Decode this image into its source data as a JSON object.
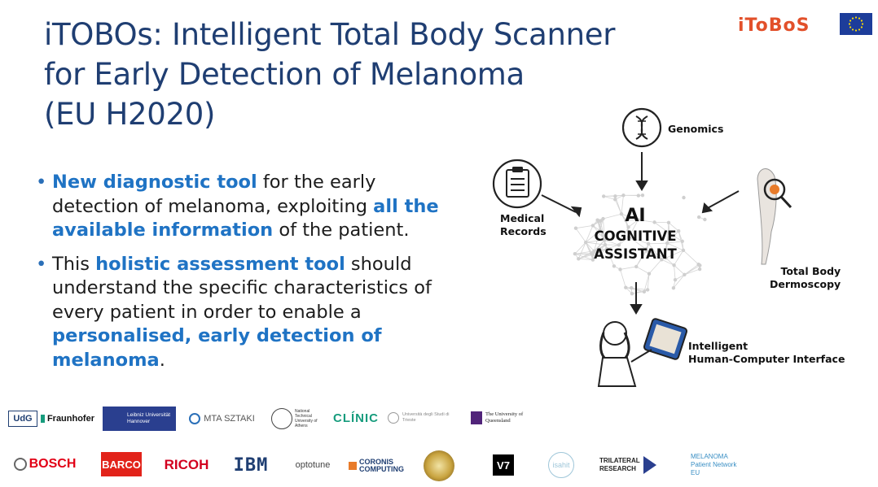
{
  "header": {
    "title_lines": [
      "iTOBOs: Intelligent Total Body Scanner",
      "for Early Detection of Melanoma",
      "(EU H2020)"
    ],
    "brand": "iToBoS"
  },
  "bullets": [
    {
      "parts": [
        {
          "t": "New diagnostic tool",
          "h": true
        },
        {
          "t": " for the early detection of melanoma, exploiting ",
          "h": false
        },
        {
          "t": "all the available information",
          "h": true
        },
        {
          "t": " of the patient.",
          "h": false
        }
      ]
    },
    {
      "parts": [
        {
          "t": "This ",
          "h": false
        },
        {
          "t": "holistic assessment tool",
          "h": true
        },
        {
          "t": " should understand the specific characteristics of every patient in order to enable a ",
          "h": false
        },
        {
          "t": "personalised, early detection of melanoma",
          "h": true
        },
        {
          "t": ".",
          "h": false
        }
      ]
    }
  ],
  "diagram": {
    "genomics": "Genomics",
    "medical_records": [
      "Medical",
      "Records"
    ],
    "total_body": [
      "Total Body",
      "Dermoscopy"
    ],
    "ai": "AI",
    "cognitive": "COGNITIVE",
    "assistant": "ASSISTANT",
    "interface": [
      "Intelligent",
      "Human-Computer Interface"
    ]
  },
  "partners_row1": [
    "UdG",
    "Fraunhofer",
    "Leibniz Universität Hannover",
    "MTA SZTAKI",
    "National Technical University of Athens",
    "CLÍNIC",
    "Università degli Studi di Trieste",
    "The University of Queensland"
  ],
  "partners_row2": [
    "BOSCH",
    "BARCO",
    "RICOH",
    "IBM",
    "optotune",
    "CORONIS COMPUTING",
    "",
    "V7",
    "isahit",
    "TRILATERAL RESEARCH",
    "MELANOMA Patient Network EU"
  ],
  "colors": {
    "title": "#1f3e72",
    "highlight": "#1f73c4",
    "brand": "#e2502a",
    "eu_blue": "#1d3d9a",
    "eu_star": "#ffdd00"
  }
}
